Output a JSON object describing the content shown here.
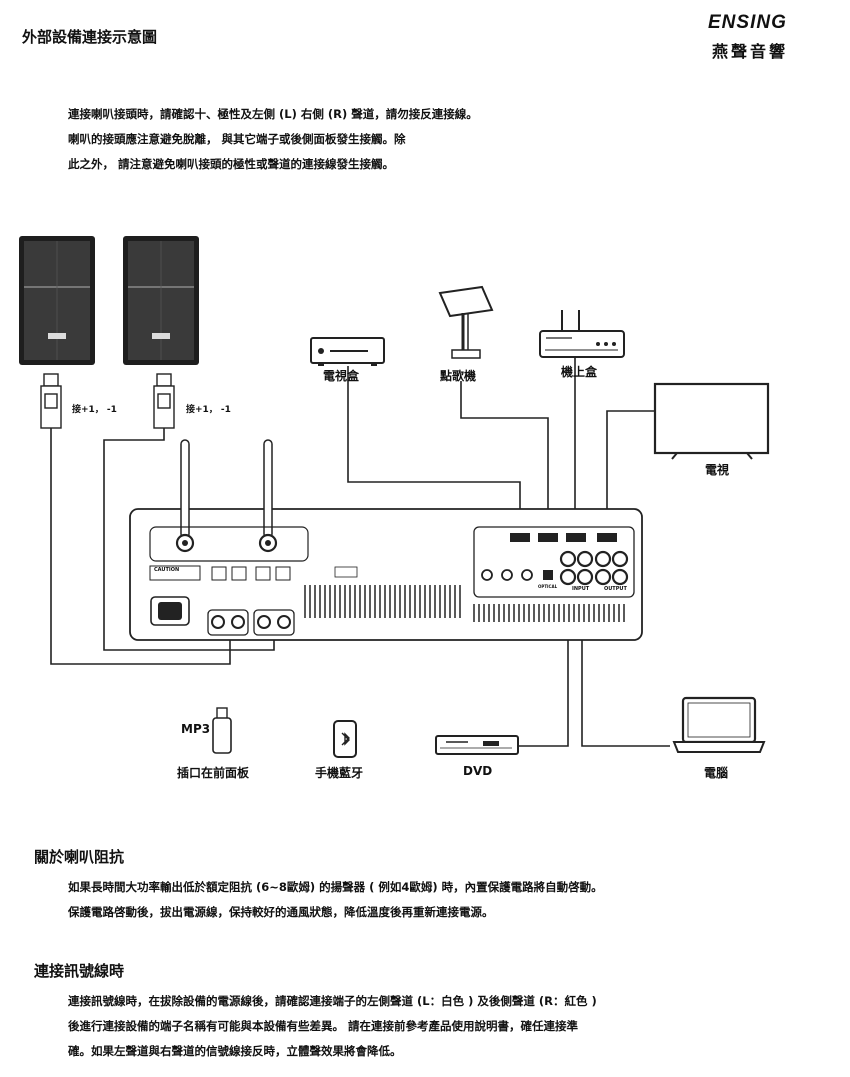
{
  "header": {
    "title": "外部設備連接示意圖",
    "brand_en": "ENSING",
    "brand_zh": "燕聲音響"
  },
  "intro": [
    "連接喇叭接頭時，請確認十、極性及左側 (L) 右側 (R) 聲道，請勿接反連接線。",
    "喇叭的接頭應注意避免脫離，  與其它端子或後側面板發生接觸。除",
    "此之外，    請注意避免喇叭接頭的極性或聲道的連接線發生接觸。"
  ],
  "diagram": {
    "speaker_note_left": "接+1， -1",
    "speaker_note_right": "接+1， -1",
    "tv_box": "電視盒",
    "karaoke": "點歌機",
    "set_top_box": "機上盒",
    "tv": "電視",
    "mp3": "MP3",
    "mp3_caption": "插口在前面板",
    "bluetooth_caption": "手機藍牙",
    "dvd": "DVD",
    "computer": "電腦",
    "panel_caution": "CAUTION",
    "panel_input": "INPUT",
    "panel_output": "OUTPUT",
    "panel_optical": "OPTICAL"
  },
  "sections": [
    {
      "heading": "關於喇叭阻抗",
      "lines": [
        "如果長時間大功率輸出低於額定阻抗  (6~8歐姆) 的揚聲器 ( 例如4歐姆) 時，內置保護電路將自動啓動。",
        "保護電路啓動後，拔出電源線，保持較好的通風狀態，降低溫度後再重新連接電源。"
      ]
    },
    {
      "heading": "連接訊號線時",
      "lines": [
        "連接訊號線時，在拔除設備的電源線後，請確認連接端子的左側聲道 (L：白色 ) 及後側聲道 (R：紅色 )",
        "後進行連接設備的端子名稱有可能與本設備有些差異。  請在連接前參考產品使用說明書，確任連接準",
        "確。如果左聲道與右聲道的信號線接反時，立體聲效果將會降低。"
      ]
    }
  ]
}
